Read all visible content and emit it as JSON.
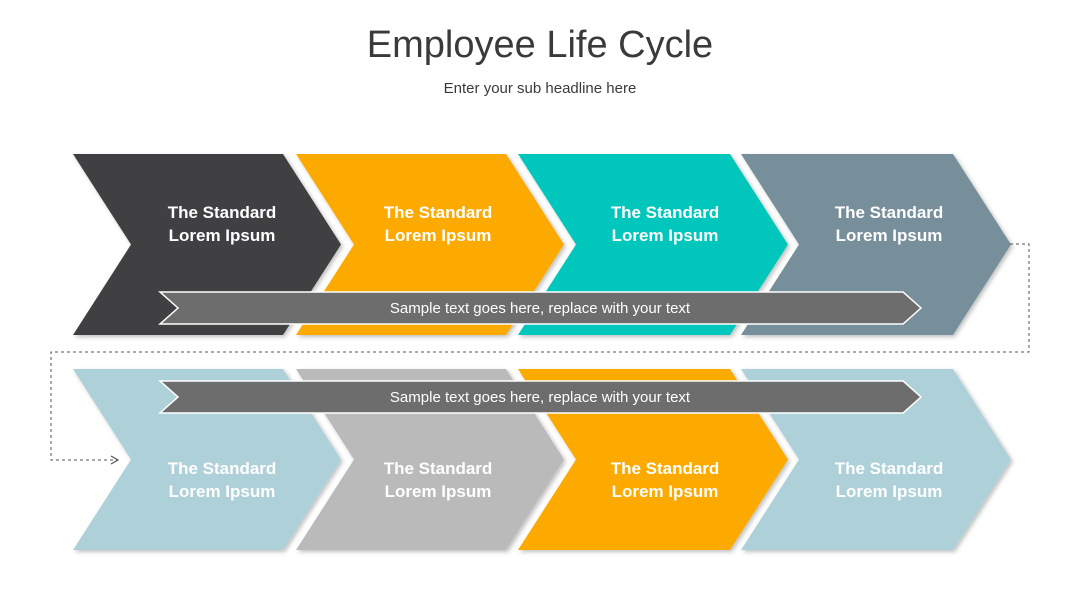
{
  "header": {
    "title": "Employee Life Cycle",
    "subtitle": "Enter your sub headline here"
  },
  "rows": [
    {
      "band_text": "Sample text goes here, replace with your text",
      "steps": [
        {
          "line1": "The Standard",
          "line2": "Lorem Ipsum",
          "color": "#404042",
          "text_color": "#ffffff"
        },
        {
          "line1": "The Standard",
          "line2": "Lorem Ipsum",
          "color": "#FCA900",
          "text_color": "#ffffff"
        },
        {
          "line1": "The Standard",
          "line2": "Lorem Ipsum",
          "color": "#00C6BB",
          "text_color": "#ffffff"
        },
        {
          "line1": "The Standard",
          "line2": "Lorem Ipsum",
          "color": "#768F9A",
          "text_color": "#ffffff"
        }
      ]
    },
    {
      "band_text": "Sample text goes here, replace with your text",
      "steps": [
        {
          "line1": "The Standard",
          "line2": "Lorem Ipsum",
          "color": "#AED1D9",
          "text_color": "#ffffff"
        },
        {
          "line1": "The Standard",
          "line2": "Lorem Ipsum",
          "color": "#BABABA",
          "text_color": "#ffffff"
        },
        {
          "line1": "The Standard",
          "line2": "Lorem Ipsum",
          "color": "#FCA900",
          "text_color": "#ffffff"
        },
        {
          "line1": "The Standard",
          "line2": "Lorem Ipsum",
          "color": "#AED1D9",
          "text_color": "#ffffff"
        }
      ]
    }
  ],
  "colors": {
    "band": "#6D6D6D",
    "connector": "#555555"
  }
}
